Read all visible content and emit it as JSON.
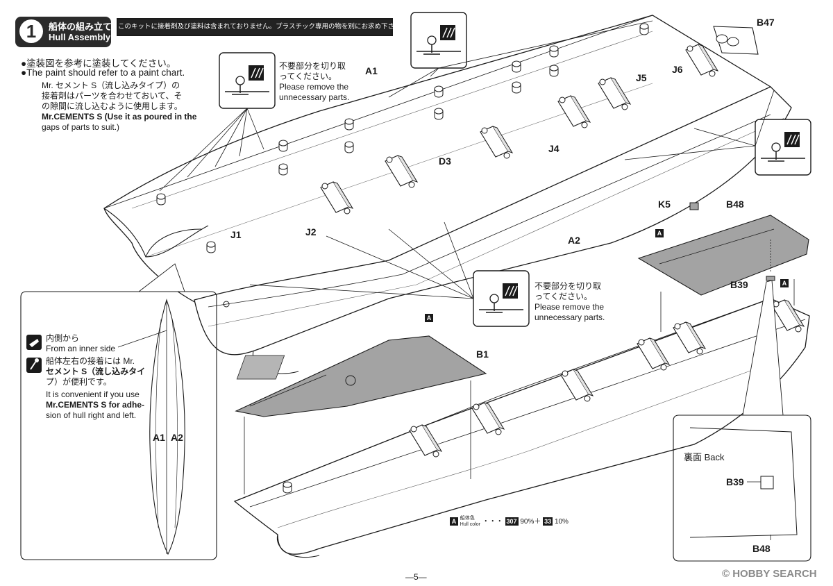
{
  "step": {
    "number": "1",
    "title_jp": "船体の組み立て",
    "title_en": "Hull Assembly"
  },
  "notice_jp": "このキットに接着剤及び塗料は含まれておりません。プラスチック専用の物を別にお求め下さい。",
  "instructions": {
    "paint_jp": "●塗装図を参考に塗装してください。",
    "paint_en": "●The paint should refer to a paint chart.",
    "cement_jp_1": "Mr. セメント S（流し込みタイプ）の",
    "cement_jp_2": "接着剤はパーツを合わせておいて、そ",
    "cement_jp_3": "の隙間に流し込むように使用します。",
    "cement_en_1": "Mr.CEMENTS S (Use it as poured in the",
    "cement_en_2": "gaps of parts to suit.)"
  },
  "cut_note_jp_1": "不要部分を切り取",
  "cut_note_jp_2": "ってください。",
  "cut_note_en_1": "Please remove the",
  "cut_note_en_2": "unnecessary parts.",
  "parts": {
    "a1": "A1",
    "a2": "A2",
    "b1": "B1",
    "b47": "B47",
    "b48": "B48",
    "b39": "B39",
    "j1": "J1",
    "j2": "J2",
    "j4": "J4",
    "j5": "J5",
    "j6": "J6",
    "d3": "D3",
    "k5": "K5"
  },
  "inset_left": {
    "inner_jp": "内側から",
    "inner_en": "From an inner side",
    "cement_jp_1": "船体左右の接着には Mr.",
    "cement_jp_2": "セメント S（流し込みタイ",
    "cement_jp_3": "プ）が便利です。",
    "cement_en_1": "It is convenient if you use",
    "cement_en_2": "Mr.CEMENTS S for adhe-",
    "cement_en_3": "sion of hull right and left.",
    "label_a1": "A1",
    "label_a2": "A2"
  },
  "inset_right": {
    "back_label": "裏面  Back",
    "b39": "B39",
    "b48": "B48"
  },
  "color_marker": "A",
  "hull_color": {
    "jp": "船体色",
    "en": "Hull color",
    "dots": "・・・",
    "code1": "307",
    "pct1": "90%＋",
    "code2": "33",
    "pct2": "10%"
  },
  "page_number": "—5—",
  "watermark": "© HOBBY SEARCH",
  "colors": {
    "deck": "#a3a3a3",
    "ink": "#1a1a1a"
  }
}
